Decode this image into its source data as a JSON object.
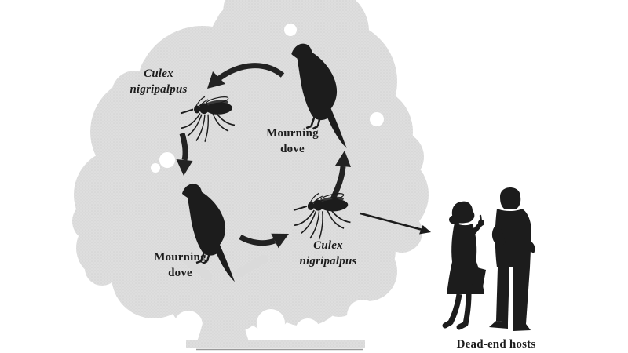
{
  "figure": {
    "background_color": "#ffffff",
    "tree_color": "#dcdcdc",
    "ink_color": "#1c1c1c",
    "labels": {
      "culex_top": {
        "line1": "Culex",
        "line2": "nigripalpus"
      },
      "mourning_center": {
        "line1": "Mourning",
        "line2": "dove"
      },
      "mourning_bottom": {
        "line1": "Mourning",
        "line2": "dove"
      },
      "culex_right": {
        "line1": "Culex",
        "line2": "nigripalpus"
      },
      "dead_end": "Dead-end hosts"
    },
    "icons": {
      "tree": "tree-silhouette-icon",
      "mosquito": "mosquito-icon",
      "dove": "mourning-dove-icon",
      "humans": "dead-end-hosts-icon",
      "cycle_arrows": "cycle-arrow-icon",
      "spillover_arrow": "dead-end-arrow-icon"
    }
  }
}
